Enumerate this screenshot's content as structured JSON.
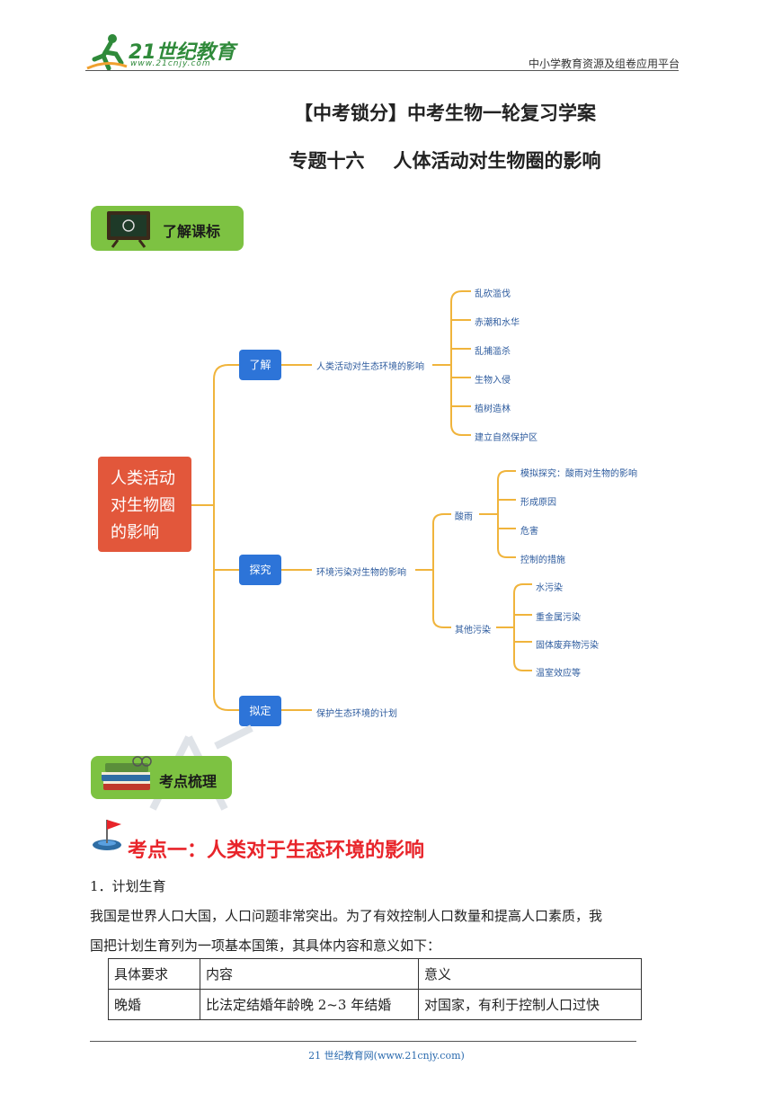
{
  "header": {
    "brand": "21世纪教育",
    "brand_url": "www.21cnjy.com",
    "platform": "中小学教育资源及组卷应用平台"
  },
  "title": {
    "line1": "【中考锁分】中考生物一轮复习学案",
    "line2_topic": "专题十六",
    "line2_name": "人体活动对生物圈的影响"
  },
  "banners": {
    "curriculum": "了解课标",
    "points": "考点梳理"
  },
  "mindmap": {
    "root": "人类活动对生物圈的影响",
    "branches": [
      {
        "node": "了解",
        "label": "人类活动对生态环境的影响",
        "leaves": [
          "乱砍滥伐",
          "赤潮和水华",
          "乱捕滥杀",
          "生物入侵",
          "植树造林",
          "建立自然保护区"
        ]
      },
      {
        "node": "探究",
        "label": "环境污染对生物的影响",
        "sub": [
          {
            "label": "酸雨",
            "leaves": [
              "模拟探究：酸雨对生物的影响",
              "形成原因",
              "危害",
              "控制的措施"
            ]
          },
          {
            "label": "其他污染",
            "leaves": [
              "水污染",
              "重金属污染",
              "固体废弃物污染",
              "温室效应等"
            ]
          }
        ]
      },
      {
        "node": "拟定",
        "label": "保护生态环境的计划"
      }
    ]
  },
  "section1": {
    "title": "考点一：人类对于生态环境的影响",
    "item1": "1．计划生育",
    "para_line1": "我国是世界人口大国，人口问题非常突出。为了有效控制人口数量和提高人口素质，我",
    "para_line2": "国把计划生育列为一项基本国策，其具体内容和意义如下：",
    "table": {
      "headers": [
        "具体要求",
        "内容",
        "意义"
      ],
      "rows": [
        [
          "晚婚",
          "比法定结婚年龄晚 2~3 年结婚",
          "对国家，有利于控制人口过快"
        ]
      ]
    }
  },
  "footer": "21 世纪教育网(www.21cnjy.com)",
  "colors": {
    "accent_green": "#7dc242",
    "node_blue": "#2d74d8",
    "root_red": "#e2573b",
    "connector": "#f0b43c",
    "heading_red": "#e8242a"
  }
}
